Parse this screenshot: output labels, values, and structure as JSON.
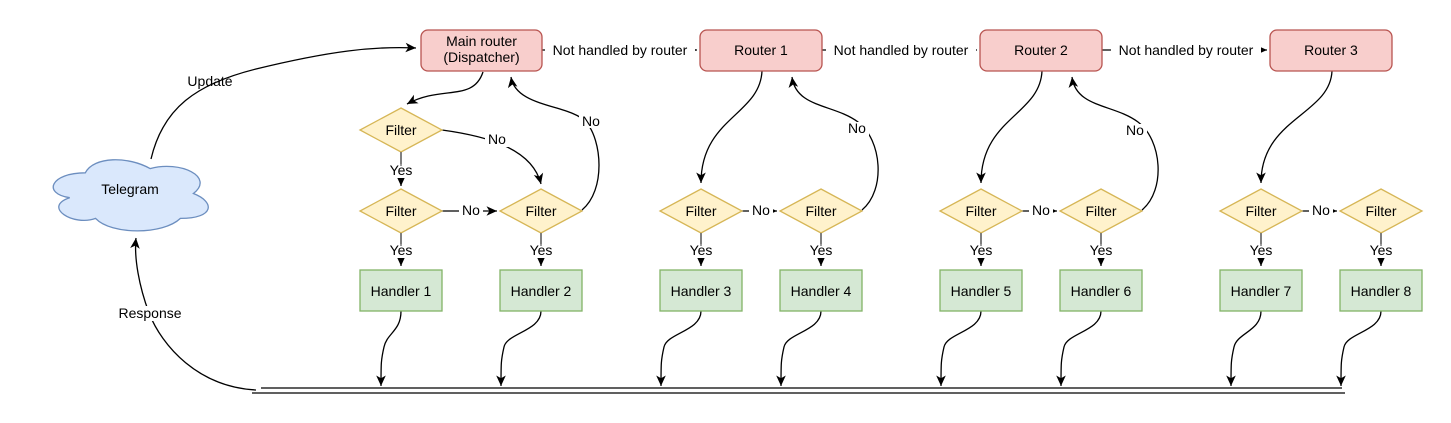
{
  "colors": {
    "edge": "#000000",
    "stub": "#666666",
    "text": "#000000",
    "label_bg": "#ffffff",
    "router_fill": "#f8cecc",
    "router_stroke": "#b85450",
    "filter_fill": "#fff2cc",
    "filter_stroke": "#d6b656",
    "handler_fill": "#d5e8d4",
    "handler_stroke": "#82b366",
    "cloud_fill": "#dae8fc",
    "cloud_stroke": "#6c8ebf"
  },
  "cloud": {
    "label": "Telegram"
  },
  "edge_labels": {
    "update": "Update",
    "response": "Response",
    "not_handled": "Not handled by router",
    "yes": "Yes",
    "no": "No"
  },
  "nodes": {
    "main_router": {
      "line1": "Main router",
      "line2": "(Dispatcher)"
    },
    "routers": [
      "Router 1",
      "Router 2",
      "Router 3"
    ],
    "filter_label": "Filter",
    "handlers": [
      "Handler 1",
      "Handler 2",
      "Handler 3",
      "Handler 4",
      "Handler 5",
      "Handler 6",
      "Handler 7",
      "Handler 8"
    ]
  }
}
